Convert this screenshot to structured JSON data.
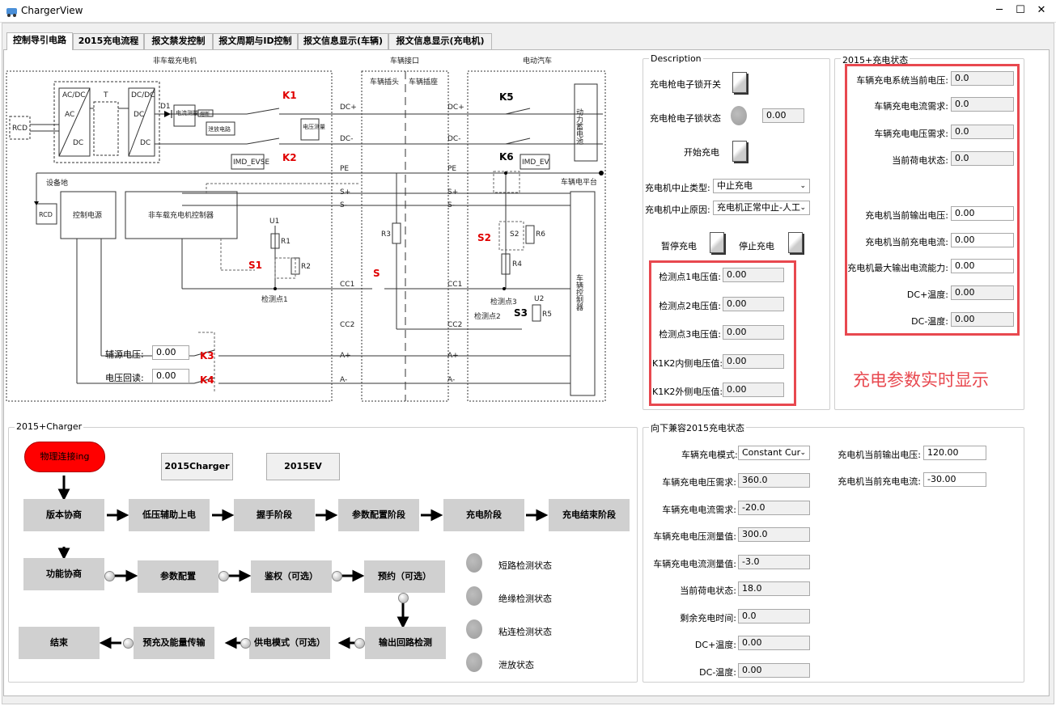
{
  "window": {
    "title": "ChargerView",
    "min": "─",
    "max": "☐",
    "close": "✕"
  },
  "tabs": [
    "控制导引电路",
    "2015充电流程",
    "报文禁发控制",
    "报文周期与ID控制",
    "报文信息显示(车辆)",
    "报文信息显示(充电机)"
  ],
  "circuit": {
    "sec_charger": "非车载充电机",
    "sec_interface": "车辆接口",
    "sec_ev": "电动汽车",
    "plug": "车辆插头",
    "socket": "车辆插座",
    "rcd": "RCD",
    "acdc": "AC/DC",
    "ac": "AC",
    "dc": "DC",
    "t": "T",
    "dcdc": "DC/DC",
    "d1": "D1",
    "current_meas": "电流测量",
    "fuse": "熔断",
    "discharge": "泄放电路",
    "voltage_meas": "电压测量",
    "imd_evse": "IMD_EVSE",
    "imd_ev": "IMD_EV",
    "battery": "动力蓄电池",
    "k1": "K1",
    "k2": "K2",
    "k3": "K3",
    "k4": "K4",
    "k5": "K5",
    "k6": "K6",
    "s1": "S1",
    "s2": "S2",
    "s3": "S3",
    "s": "S",
    "dcp": "DC+",
    "dcm": "DC-",
    "pe": "PE",
    "sp": "S+",
    "sm": "S-",
    "cc1": "CC1",
    "cc2": "CC2",
    "ap": "A+",
    "am": "A-",
    "ground": "设备地",
    "chassis": "车辆电平台",
    "ctrl_power": "控制电源",
    "ctrl_charger": "非车载充电机控制器",
    "ctrl_vehicle": "车辆控制器",
    "u1": "U1",
    "u2": "U2",
    "r1": "R1",
    "r2": "R2",
    "r3": "R3",
    "r4": "R4",
    "r5": "R5",
    "r6": "R6",
    "dp1": "检测点1",
    "dp2": "检测点2",
    "dp3": "检测点3",
    "aux_label": "辅源电压:",
    "aux_value": "0.00",
    "fb_label": "电压回读:",
    "fb_value": "0.00"
  },
  "description": {
    "title": "Description",
    "lock_switch": "充电枪电子锁开关",
    "lock_state": "充电枪电子锁状态",
    "lock_value": "0.00",
    "start": "开始充电",
    "stop_type_label": "充电机中止类型:",
    "stop_type_value": "中止充电",
    "stop_reason_label": "充电机中止原因:",
    "stop_reason_value": "充电机正常中止-人工",
    "pause": "暂停充电",
    "stop": "停止充电",
    "checks": [
      {
        "label": "检测点1电压值:",
        "value": "0.00"
      },
      {
        "label": "检测点2电压值:",
        "value": "0.00"
      },
      {
        "label": "检测点3电压值:",
        "value": "0.00"
      },
      {
        "label": "K1K2内侧电压值:",
        "value": "0.00"
      },
      {
        "label": "K1K2外侧电压值:",
        "value": "0.00"
      }
    ]
  },
  "status2015": {
    "title": "2015+充电状态",
    "rows": [
      {
        "label": "车辆充电系统当前电压:",
        "value": "0.0",
        "gray": true
      },
      {
        "label": "车辆充电电流需求:",
        "value": "0.0",
        "gray": true
      },
      {
        "label": "车辆充电电压需求:",
        "value": "0.0",
        "gray": true
      },
      {
        "label": "当前荷电状态:",
        "value": "0.0",
        "gray": true
      },
      {
        "label": "充电机当前输出电压:",
        "value": "0.00",
        "gray": false
      },
      {
        "label": "充电机当前充电电流:",
        "value": "0.00",
        "gray": false
      },
      {
        "label": "充电机最大输出电流能力:",
        "value": "0.00",
        "gray": false
      },
      {
        "label": "DC+温度:",
        "value": "0.00",
        "gray": true
      },
      {
        "label": "DC-温度:",
        "value": "0.00",
        "gray": true
      }
    ],
    "annotation": "充电参数实时显示",
    "annotation_color": "#e8484f"
  },
  "flow": {
    "title": "2015+Charger",
    "phys": "物理连接ing",
    "b2015charger": "2015Charger",
    "b2015ev": "2015EV",
    "row1": [
      "版本协商",
      "低压辅助上电",
      "握手阶段",
      "参数配置阶段",
      "充电阶段",
      "充电结束阶段"
    ],
    "func": "功能协商",
    "row2": [
      "参数配置",
      "鉴权（可选）",
      "预约（可选）"
    ],
    "row3": [
      "结束",
      "预充及能量传输",
      "供电模式（可选）",
      "输出回路检测"
    ],
    "status": [
      "短路检测状态",
      "绝缘检测状态",
      "粘连检测状态",
      "泄放状态"
    ],
    "phys_color": "#ff0000"
  },
  "compat": {
    "title": "向下兼容2015充电状态",
    "mode_label": "车辆充电模式:",
    "mode_value": "Constant Cur",
    "left": [
      {
        "label": "车辆充电电压需求:",
        "value": "360.0"
      },
      {
        "label": "车辆充电电流需求:",
        "value": "-20.0"
      },
      {
        "label": "车辆充电电压测量值:",
        "value": "300.0"
      },
      {
        "label": "车辆充电电流测量值:",
        "value": "-3.0"
      },
      {
        "label": "当前荷电状态:",
        "value": "18.0"
      },
      {
        "label": "剩余充电时间:",
        "value": "0.0"
      },
      {
        "label": "DC+温度:",
        "value": "0.00"
      },
      {
        "label": "DC-温度:",
        "value": "0.00"
      }
    ],
    "right": [
      {
        "label": "充电机当前输出电压:",
        "value": "120.00"
      },
      {
        "label": "充电机当前充电电流:",
        "value": "-30.00"
      }
    ]
  }
}
